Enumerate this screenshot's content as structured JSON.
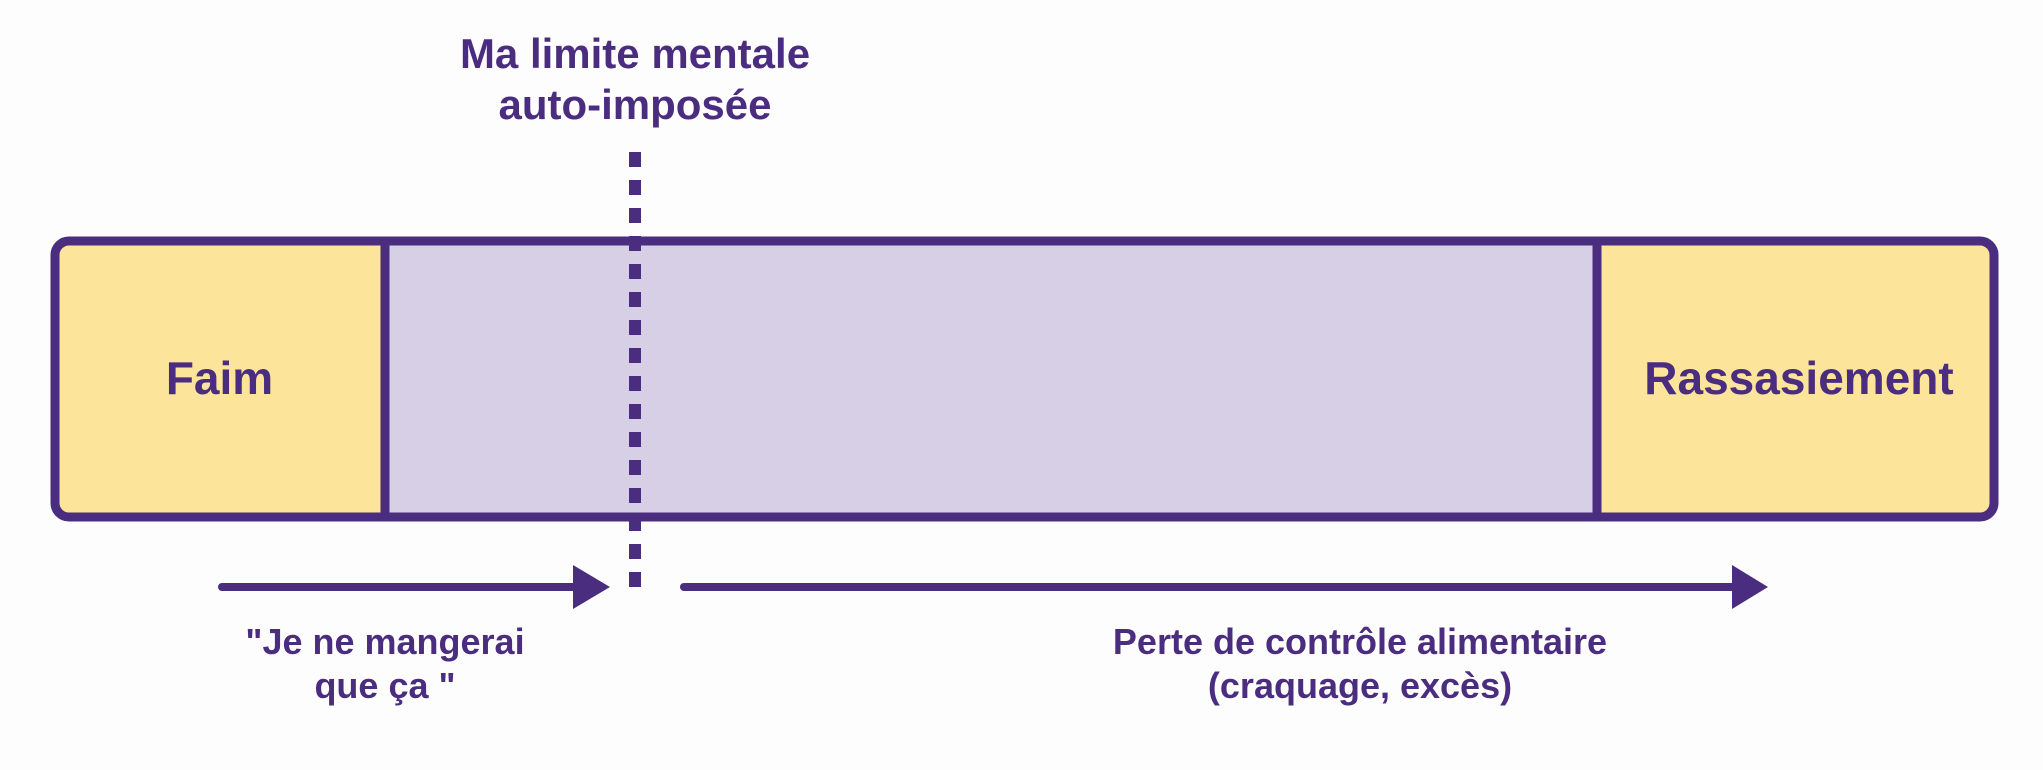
{
  "limit": {
    "title_line1": "Ma limite mentale",
    "title_line2": "auto-imposée"
  },
  "zones": {
    "left_label": "Faim",
    "right_label": "Rassasiement"
  },
  "captions": {
    "left_line1": "\"Je ne mangerai",
    "left_line2": "que ça \"",
    "right_line1": "Perte de contrôle alimentaire",
    "right_line2": "(craquage, excès)"
  },
  "colors": {
    "stroke": "#4b2d7f",
    "edge_fill": "#fde49b",
    "middle_fill": "#d6cfe6",
    "background": "#fdfdfe"
  }
}
